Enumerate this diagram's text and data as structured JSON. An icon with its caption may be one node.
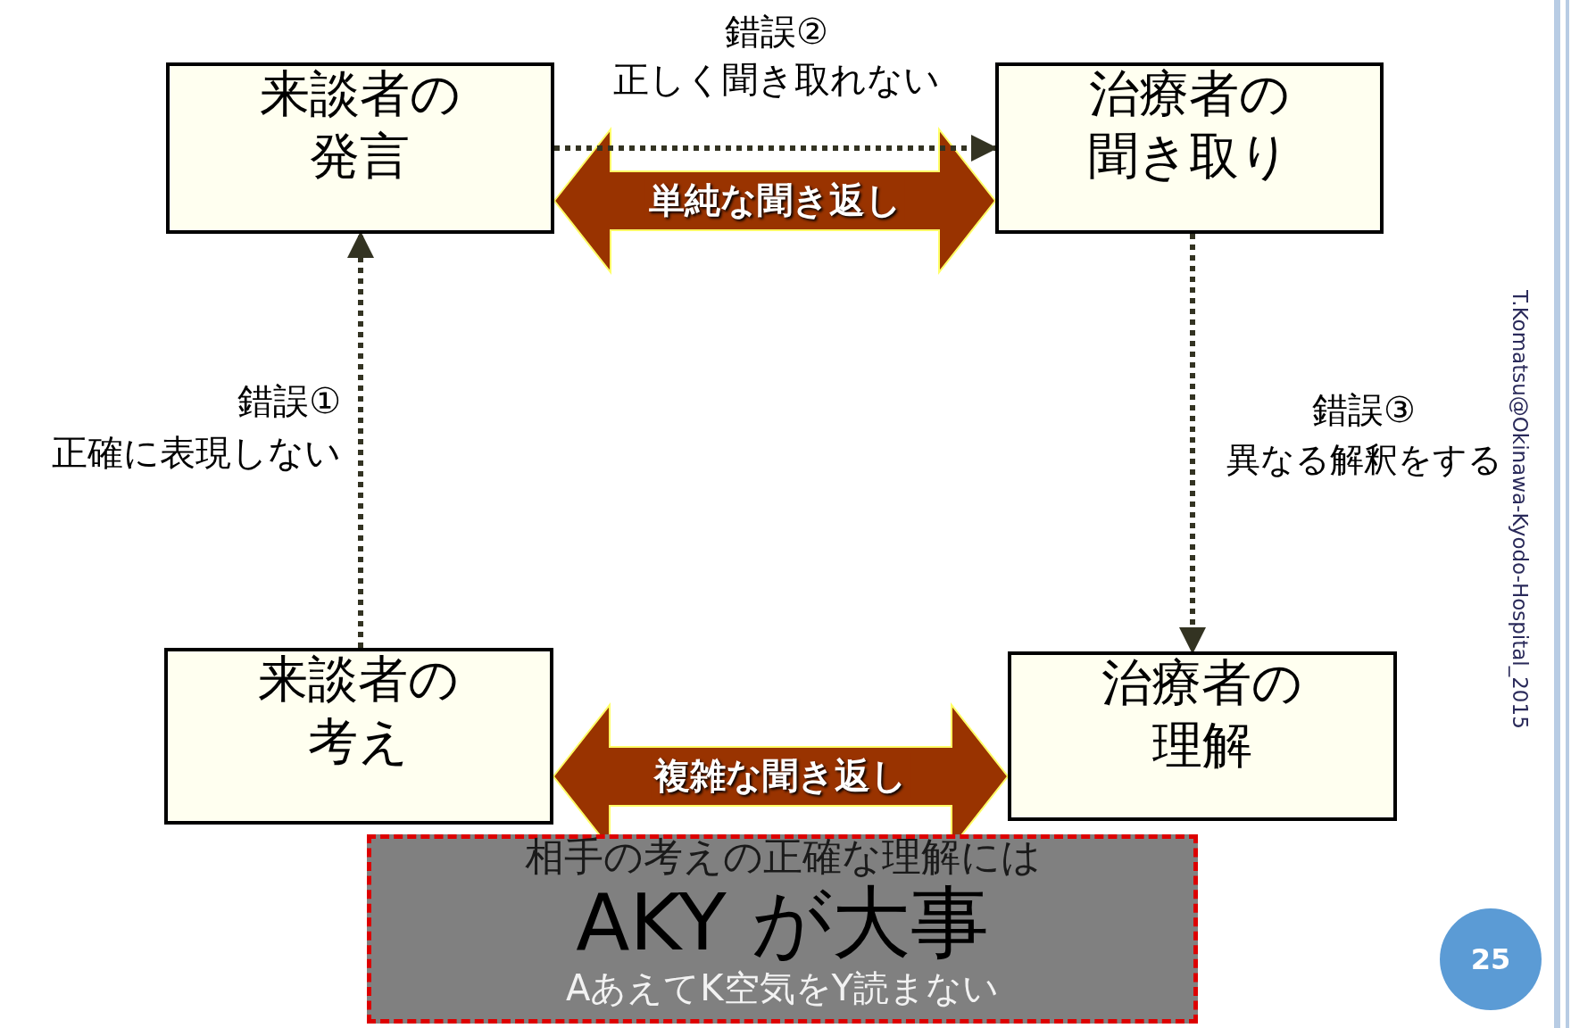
{
  "diagram": {
    "nodes": [
      {
        "text": [
          "来談者の発言"
        ]
      },
      {
        "text": [
          "治療者の聞き取り"
        ]
      },
      {
        "text": [
          "来談者の考え"
        ]
      },
      {
        "text": [
          "治療者の理解"
        ]
      },
      {
        "text": [
          "相手の考えの正確な理解には",
          "AKY が大事",
          "AあえてK空気をY読まない"
        ]
      }
    ],
    "edges": [
      {
        "from": 0,
        "to": 1,
        "arrow": "both",
        "label": "単純な聞き返し",
        "style": "thick",
        "color": "#993300"
      },
      {
        "from": 2,
        "to": 3,
        "arrow": "both",
        "label": "複雑な聞き返し",
        "style": "thick",
        "color": "#993300"
      },
      {
        "from": 2,
        "to": 0,
        "arrow": "to",
        "style": "dashed"
      },
      {
        "from": 0,
        "to": 1,
        "arrow": "to",
        "style": "dashed"
      },
      {
        "from": 1,
        "to": 3,
        "arrow": "to",
        "style": "dashed"
      }
    ],
    "labels": [
      "錯誤②",
      "正しく聞き取れない",
      "錯誤①",
      "正確に表現しない",
      "錯誤③",
      "異なる解釈をする",
      "T.Komatsu@Okinawa-Kyodo-Hospital_2015",
      "25"
    ]
  }
}
